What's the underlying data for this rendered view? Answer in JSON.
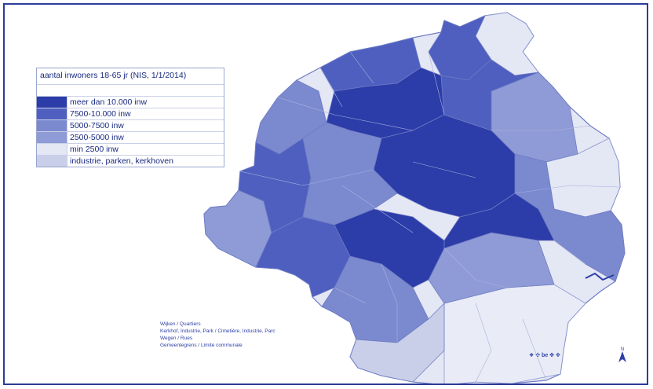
{
  "legend": {
    "title": "aantal inwoners 18-65 jr (NIS, 1/1/2014)",
    "classes": [
      {
        "label": "meer dan 10.000 inw",
        "color": "#2c3ca8"
      },
      {
        "label": "7500-10.000 inw",
        "color": "#4e5fbf"
      },
      {
        "label": "5000-7500 inw",
        "color": "#7b89cf"
      },
      {
        "label": "2500-5000 inw",
        "color": "#8f9bd6"
      },
      {
        "label": " min 2500 inw",
        "color": "#e4e7f4"
      },
      {
        "label": "industrie, parken, kerkhoven",
        "color": "#c9cfe9"
      }
    ]
  },
  "map_legend": {
    "items": [
      "Wijken / Quartiers",
      "Kerkhof, Industrie, Park / Cimetière, Industrie, Parc",
      "Wegen / Rues",
      "Gemeentegrens / Limite communale"
    ]
  },
  "logo_text": "be",
  "colors": {
    "border": "#2b3c9a",
    "outline": "#6f7cc4"
  }
}
